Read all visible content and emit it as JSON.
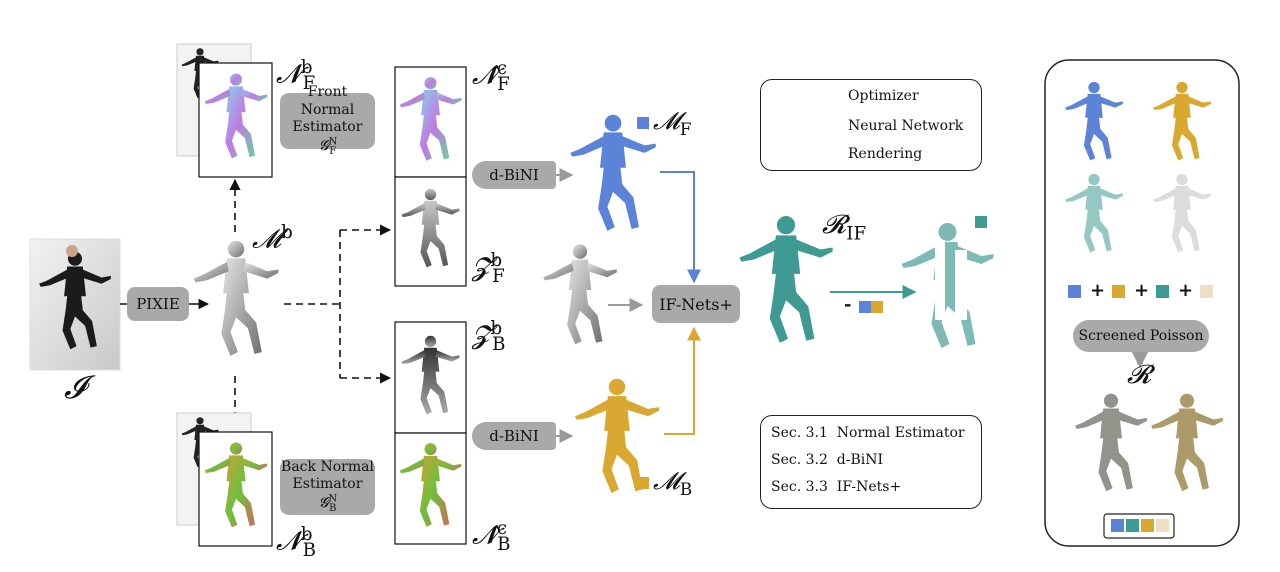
{
  "colors": {
    "front_blue": "#5b83d8",
    "back_gold": "#d8a830",
    "teal": "#3f9a94",
    "pale": "#eedfc4",
    "node_gray": "#a9a9a9",
    "arrow_gray": "#9a9a9a"
  },
  "labels": {
    "pixie": "PIXIE",
    "front_estimator_line1": "Front Normal",
    "front_estimator_line2": "Estimator",
    "back_estimator_line1": "Back Normal",
    "back_estimator_line2": "Estimator",
    "dbini_top": "d-BiNI",
    "dbini_bottom": "d-BiNI",
    "ifnets": "IF-Nets+",
    "screened_poisson": "Screened Poisson",
    "minus": "-",
    "plus": "+"
  },
  "math": {
    "input_image": "𝓘",
    "body_mesh": "𝓜",
    "body_mesh_sup": "b",
    "normal_front": "𝓝",
    "normal_front_sub": "F",
    "normal_front_sup": "b",
    "normal_back": "𝓝",
    "normal_back_sub": "B",
    "normal_back_sup": "b",
    "clothed_front": "𝓝̂",
    "clothed_front_sub": "F",
    "clothed_front_sup": "c",
    "clothed_back": "𝓝̂",
    "clothed_back_sub": "B",
    "clothed_back_sup": "c",
    "depth_front": "𝓩",
    "depth_front_sub": "F",
    "depth_front_sup": "b",
    "depth_back": "𝓩",
    "depth_back_sub": "B",
    "depth_back_sup": "b",
    "mesh_front": "𝓜",
    "mesh_front_sub": "F",
    "mesh_back": "𝓜",
    "mesh_back_sub": "B",
    "recon_if": "𝓡",
    "recon_if_sub": "IF",
    "recon_final": "𝓡",
    "estimator_g": "𝓖",
    "estimator_g_sup": "N",
    "estimator_g_front_sub": "F",
    "estimator_g_back_sub": "B"
  },
  "legend": {
    "items": [
      {
        "label": "Optimizer"
      },
      {
        "label": "Neural Network"
      },
      {
        "label": "Rendering"
      }
    ]
  },
  "sections": [
    {
      "num": "Sec. 3.1",
      "name": "Normal Estimator"
    },
    {
      "num": "Sec. 3.2",
      "name": "d-BiNI"
    },
    {
      "num": "Sec. 3.3",
      "name": "IF-Nets+"
    }
  ]
}
